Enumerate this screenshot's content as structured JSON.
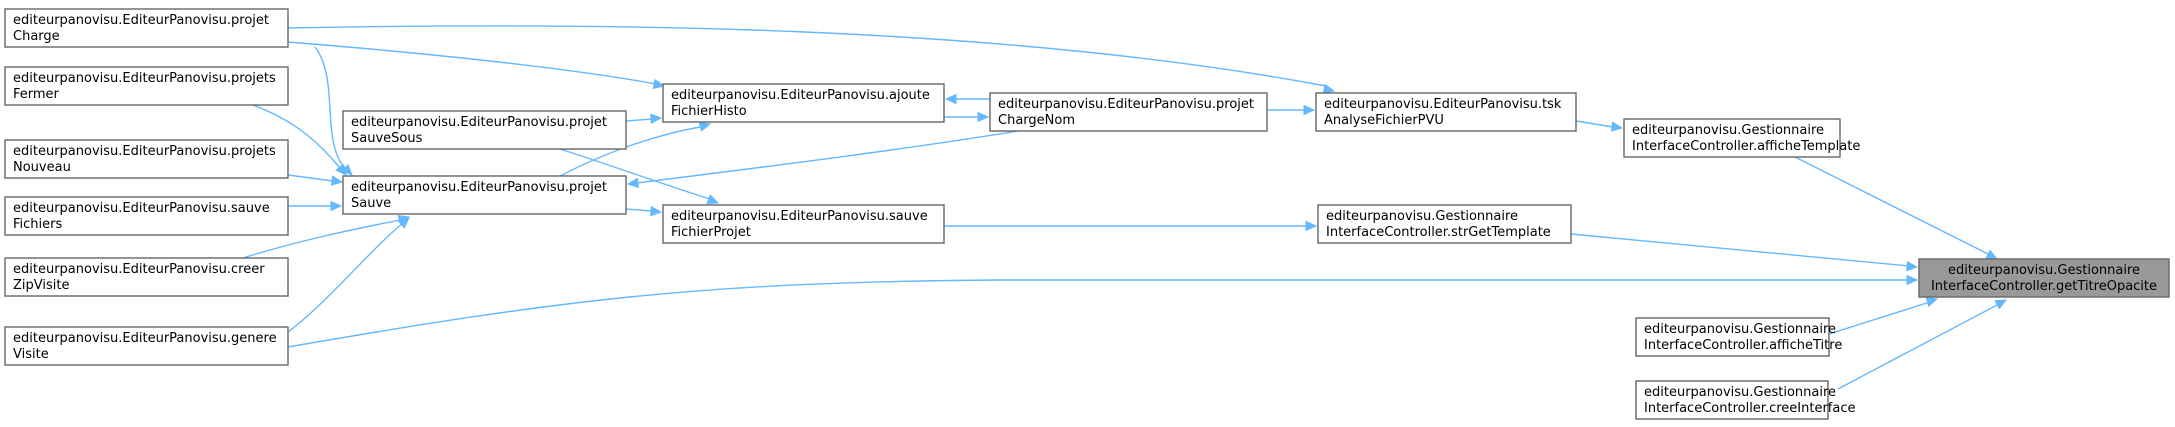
{
  "diagram": {
    "nodes": {
      "projetCharge": {
        "line1": "editeurpanovisu.EditeurPanovisu.projet",
        "line2": "Charge"
      },
      "projetsFermer": {
        "line1": "editeurpanovisu.EditeurPanovisu.projets",
        "line2": "Fermer"
      },
      "projetsNouveau": {
        "line1": "editeurpanovisu.EditeurPanovisu.projets",
        "line2": "Nouveau"
      },
      "sauveFichiers": {
        "line1": "editeurpanovisu.EditeurPanovisu.sauve",
        "line2": "Fichiers"
      },
      "creerZipVisite": {
        "line1": "editeurpanovisu.EditeurPanovisu.creer",
        "line2": "ZipVisite"
      },
      "genereVisite": {
        "line1": "editeurpanovisu.EditeurPanovisu.genere",
        "line2": "Visite"
      },
      "projetSauveSous": {
        "line1": "editeurpanovisu.EditeurPanovisu.projet",
        "line2": "SauveSous"
      },
      "projetSauve": {
        "line1": "editeurpanovisu.EditeurPanovisu.projet",
        "line2": "Sauve"
      },
      "ajouteFichierHisto": {
        "line1": "editeurpanovisu.EditeurPanovisu.ajoute",
        "line2": "FichierHisto"
      },
      "sauveFichierProjet": {
        "line1": "editeurpanovisu.EditeurPanovisu.sauve",
        "line2": "FichierProjet"
      },
      "projetChargeNom": {
        "line1": "editeurpanovisu.EditeurPanovisu.projet",
        "line2": "ChargeNom"
      },
      "tskAnalyseFichierPVU": {
        "line1": "editeurpanovisu.EditeurPanovisu.tsk",
        "line2": "AnalyseFichierPVU"
      },
      "strGetTemplate": {
        "line1": "editeurpanovisu.Gestionnaire",
        "line2": "InterfaceController.strGetTemplate"
      },
      "afficheTemplate": {
        "line1": "editeurpanovisu.Gestionnaire",
        "line2": "InterfaceController.afficheTemplate"
      },
      "getTitreOpacite": {
        "line1": "editeurpanovisu.Gestionnaire",
        "line2": "InterfaceController.getTitreOpacite"
      },
      "afficheTitre": {
        "line1": "editeurpanovisu.Gestionnaire",
        "line2": "InterfaceController.afficheTitre"
      },
      "creeInterface": {
        "line1": "editeurpanovisu.Gestionnaire",
        "line2": "InterfaceController.creeInterface"
      }
    },
    "edges": [
      {
        "from": "afficheTemplate",
        "to": "getTitreOpacite"
      },
      {
        "from": "strGetTemplate",
        "to": "getTitreOpacite"
      },
      {
        "from": "afficheTitre",
        "to": "getTitreOpacite"
      },
      {
        "from": "creeInterface",
        "to": "getTitreOpacite"
      },
      {
        "from": "genereVisite",
        "to": "getTitreOpacite"
      },
      {
        "from": "tskAnalyseFichierPVU",
        "to": "afficheTemplate"
      },
      {
        "from": "sauveFichierProjet",
        "to": "strGetTemplate"
      },
      {
        "from": "projetCharge",
        "to": "tskAnalyseFichierPVU"
      },
      {
        "from": "projetChargeNom",
        "to": "tskAnalyseFichierPVU"
      },
      {
        "from": "ajouteFichierHisto",
        "to": "projetChargeNom"
      },
      {
        "from": "projetChargeNom",
        "to": "ajouteFichierHisto"
      },
      {
        "from": "projetCharge",
        "to": "ajouteFichierHisto"
      },
      {
        "from": "projetSauveSous",
        "to": "ajouteFichierHisto"
      },
      {
        "from": "projetSauve",
        "to": "ajouteFichierHisto"
      },
      {
        "from": "projetSauveSous",
        "to": "sauveFichierProjet"
      },
      {
        "from": "projetSauve",
        "to": "sauveFichierProjet"
      },
      {
        "from": "projetChargeNom",
        "to": "projetSauve"
      },
      {
        "from": "projetCharge",
        "to": "projetSauve"
      },
      {
        "from": "projetsFermer",
        "to": "projetSauve"
      },
      {
        "from": "projetsNouveau",
        "to": "projetSauve"
      },
      {
        "from": "sauveFichiers",
        "to": "projetSauve"
      },
      {
        "from": "creerZipVisite",
        "to": "projetSauve"
      },
      {
        "from": "genereVisite",
        "to": "projetSauve"
      }
    ],
    "colors": {
      "edge": "#63b8ff",
      "highlight": "#999999",
      "border": "#666666"
    }
  }
}
